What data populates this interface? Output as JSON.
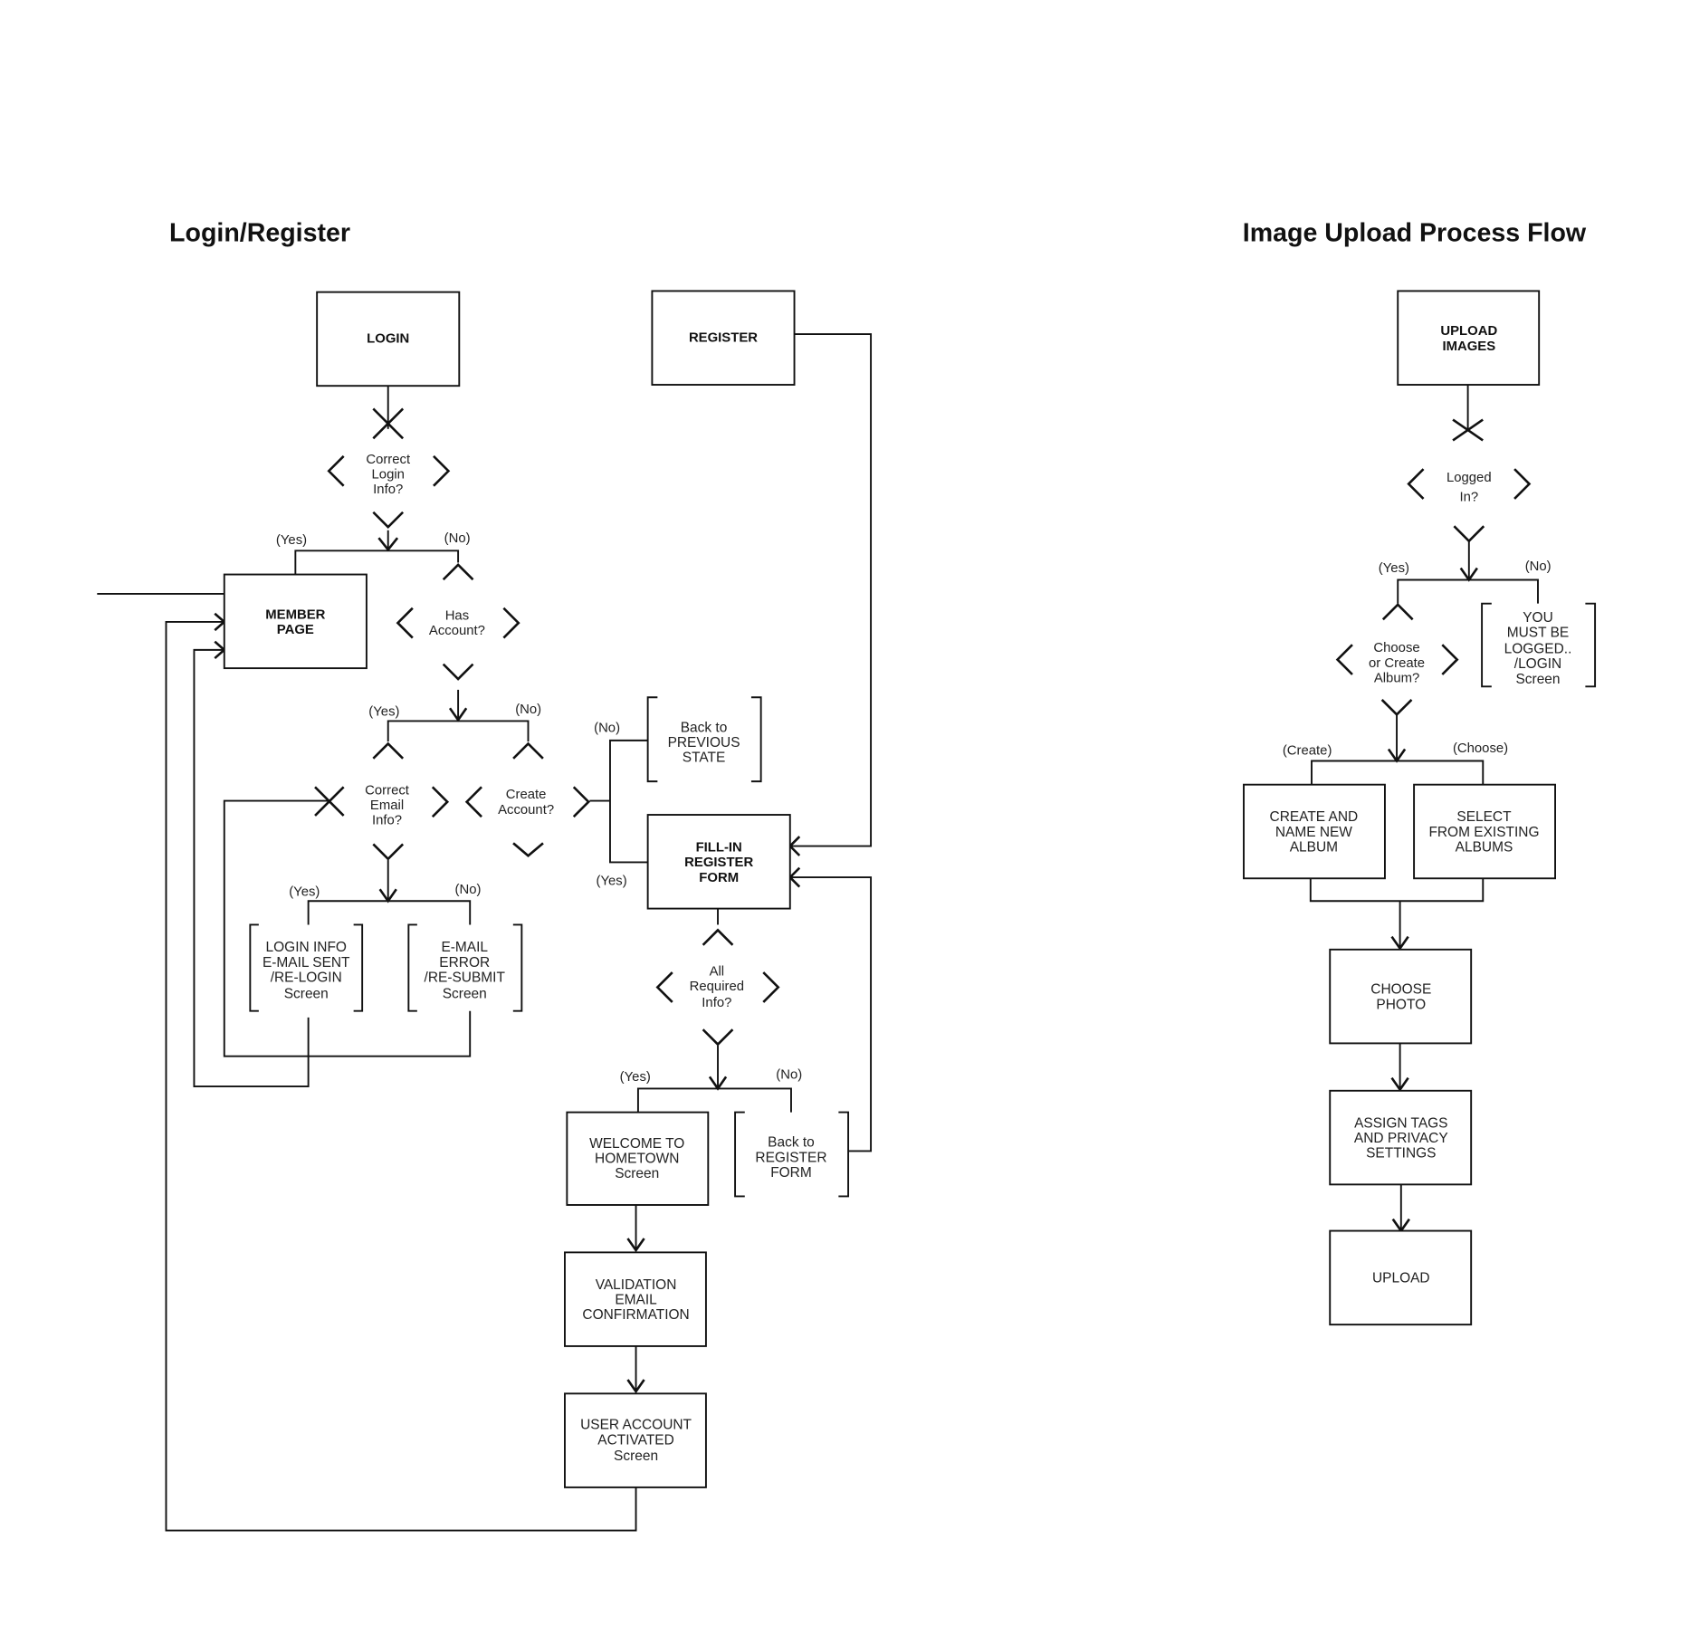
{
  "titles": {
    "login_register": "Login/Register",
    "image_upload": "Image Upload Process Flow"
  },
  "login_flow": {
    "nodes": {
      "login": [
        "LOGIN"
      ],
      "register": [
        "REGISTER"
      ],
      "member_page": [
        "MEMBER",
        "PAGE"
      ],
      "fill_in_register_form": [
        "FILL-IN",
        "REGISTER",
        "FORM"
      ],
      "welcome_to_hometown": [
        "WELCOME TO",
        "HOMETOWN",
        "Screen"
      ],
      "validation_email": [
        "VALIDATION",
        "EMAIL",
        "CONFIRMATION"
      ],
      "user_account_activated": [
        "USER ACCOUNT",
        "ACTIVATED",
        "Screen"
      ]
    },
    "screens": {
      "login_info_email_sent": [
        "LOGIN INFO",
        "E-MAIL SENT",
        "/RE-LOGIN",
        "Screen"
      ],
      "email_error": [
        "E-MAIL",
        "ERROR",
        "/RE-SUBMIT",
        "Screen"
      ],
      "back_to_previous_state": [
        "Back to",
        "PREVIOUS",
        "STATE"
      ],
      "back_to_register_form": [
        "Back to",
        "REGISTER",
        "FORM"
      ]
    },
    "decisions": {
      "correct_login_info": [
        "Correct",
        "Login",
        "Info?"
      ],
      "has_account": [
        "Has",
        "Account?"
      ],
      "correct_email_info": [
        "Correct",
        "Email",
        "Info?"
      ],
      "create_account": [
        "Create",
        "Account?"
      ],
      "all_required_info": [
        "All",
        "Required",
        "Info?"
      ]
    },
    "edge_labels": {
      "login_yes": "(Yes)",
      "login_no": "(No)",
      "has_account_yes": "(Yes)",
      "has_account_no": "(No)",
      "create_account_no": "(No)",
      "create_account_yes": "(Yes)",
      "email_yes": "(Yes)",
      "email_no": "(No)",
      "required_yes": "(Yes)",
      "required_no": "(No)"
    }
  },
  "upload_flow": {
    "nodes": {
      "upload_images": [
        "UPLOAD",
        "IMAGES"
      ],
      "create_new_album": [
        "CREATE AND",
        "NAME NEW",
        "ALBUM"
      ],
      "select_existing_albums": [
        "SELECT",
        "FROM EXISTING",
        "ALBUMS"
      ],
      "choose_photo": [
        "CHOOSE",
        "PHOTO"
      ],
      "assign_tags": [
        "ASSIGN TAGS",
        "AND PRIVACY",
        "SETTINGS"
      ],
      "upload": [
        "UPLOAD"
      ]
    },
    "screens": {
      "must_be_logged": [
        "YOU",
        "MUST BE",
        "LOGGED..",
        "/LOGIN",
        "Screen"
      ]
    },
    "decisions": {
      "logged_in": [
        "Logged",
        "In?"
      ],
      "choose_or_create_album": [
        "Choose",
        "or Create",
        "Album?"
      ]
    },
    "edge_labels": {
      "logged_yes": "(Yes)",
      "logged_no": "(No)",
      "album_create": "(Create)",
      "album_choose": "(Choose)"
    }
  }
}
